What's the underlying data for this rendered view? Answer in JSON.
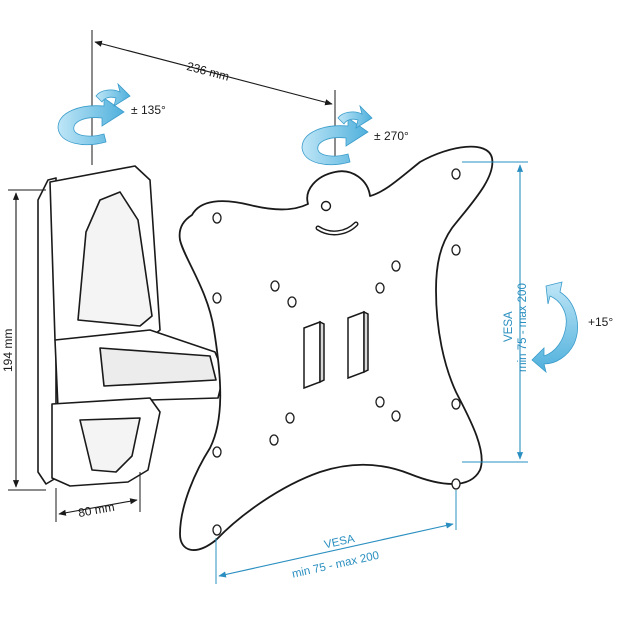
{
  "dimensions": {
    "arm_length": "236 mm",
    "wall_plate_height": "194 mm",
    "wall_plate_width": "80 mm"
  },
  "rotations": {
    "wall_swivel": "135°",
    "plate_swivel": "270°",
    "tilt": "+15°",
    "plusminus": "±"
  },
  "vesa": {
    "label": "VESA",
    "range": "min 75 - max 200"
  },
  "colors": {
    "line": "#1a1a1a",
    "accent": "#2a8fc0",
    "arrow_light": "#bfe6f7",
    "arrow_dark": "#5ab4de"
  }
}
